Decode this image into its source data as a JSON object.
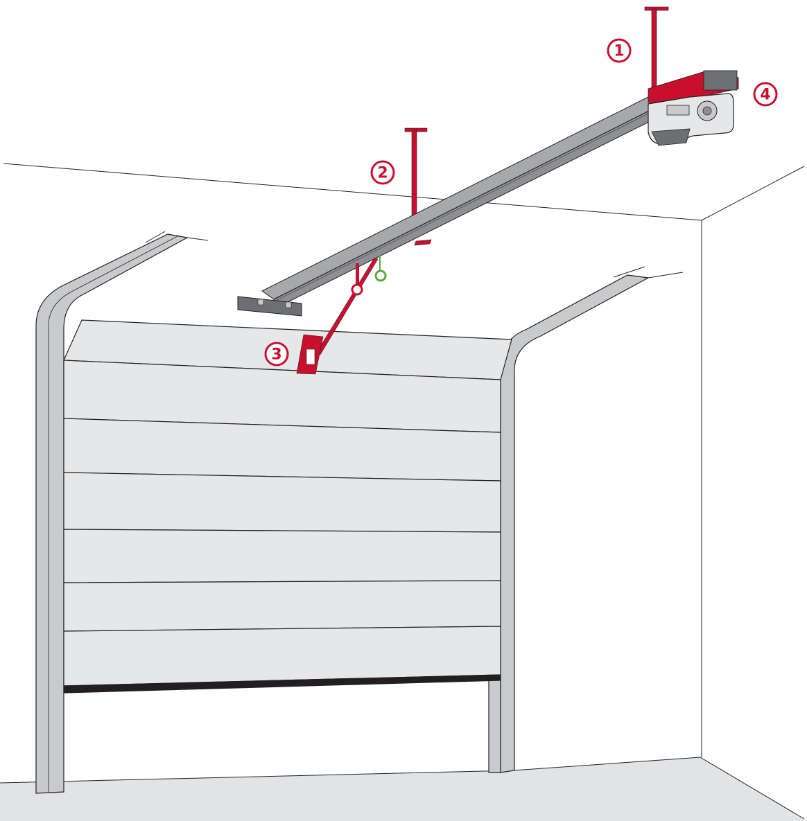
{
  "colors": {
    "accent_red": "#c8102e",
    "rail_gray": "#8d8f92",
    "frame_gray": "#c9cacc",
    "panel_light": "#e6e7e8",
    "floor_gray": "#e2e3e4",
    "line_dark": "#231f20",
    "safety_green": "#5ba83a",
    "white": "#ffffff"
  },
  "callouts": [
    {
      "id": "1",
      "label": "1",
      "part": "ceiling-bracket-rear"
    },
    {
      "id": "2",
      "label": "2",
      "part": "ceiling-bracket-mid"
    },
    {
      "id": "3",
      "label": "3",
      "part": "door-bracket-arm"
    },
    {
      "id": "4",
      "label": "4",
      "part": "motor-mounting-bracket"
    }
  ],
  "icons": {
    "release_pull": "green-ring-icon",
    "arm_pivot": "red-ring-icon"
  }
}
